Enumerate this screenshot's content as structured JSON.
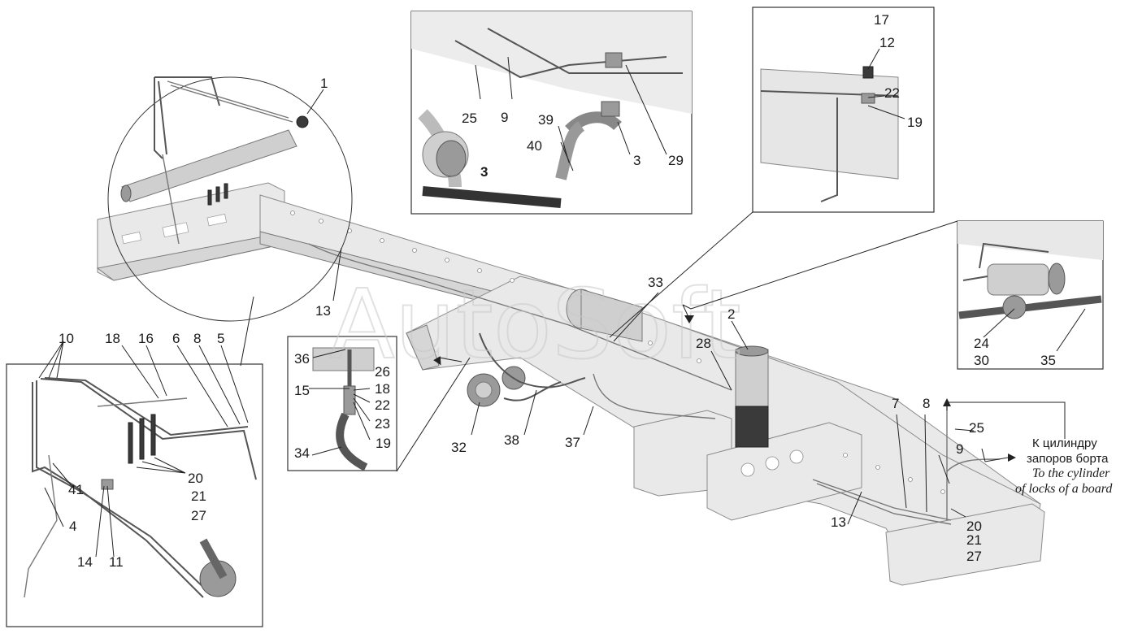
{
  "watermark": "AutoSoft",
  "caption": {
    "ru_line1": "К цилиндру",
    "ru_line2": "запоров борта",
    "en_line1": "To the cylinder",
    "en_line2": "of locks of a board"
  },
  "labels": {
    "l1": "1",
    "l2": "2",
    "l3a": "3",
    "l3b": "3",
    "l4": "4",
    "l5": "5",
    "l6": "6",
    "l7": "7",
    "l8a": "8",
    "l8b": "8",
    "l9a": "9",
    "l9b": "9",
    "l10": "10",
    "l11": "11",
    "l12": "12",
    "l13a": "13",
    "l13b": "13",
    "l14": "14",
    "l15": "15",
    "l16": "16",
    "l17": "17",
    "l18a": "18",
    "l18b": "18",
    "l19a": "19",
    "l19b": "19",
    "l20a": "20",
    "l20b": "20",
    "l21a": "21",
    "l21b": "21",
    "l22a": "22",
    "l22b": "22",
    "l23": "23",
    "l24": "24",
    "l25a": "25",
    "l25b": "25",
    "l26": "26",
    "l27a": "27",
    "l27b": "27",
    "l28": "28",
    "l29": "29",
    "l30": "30",
    "l32": "32",
    "l33": "33",
    "l34": "34",
    "l35": "35",
    "l36": "36",
    "l37": "37",
    "l38": "38",
    "l39": "39",
    "l40": "40",
    "l41": "41"
  }
}
